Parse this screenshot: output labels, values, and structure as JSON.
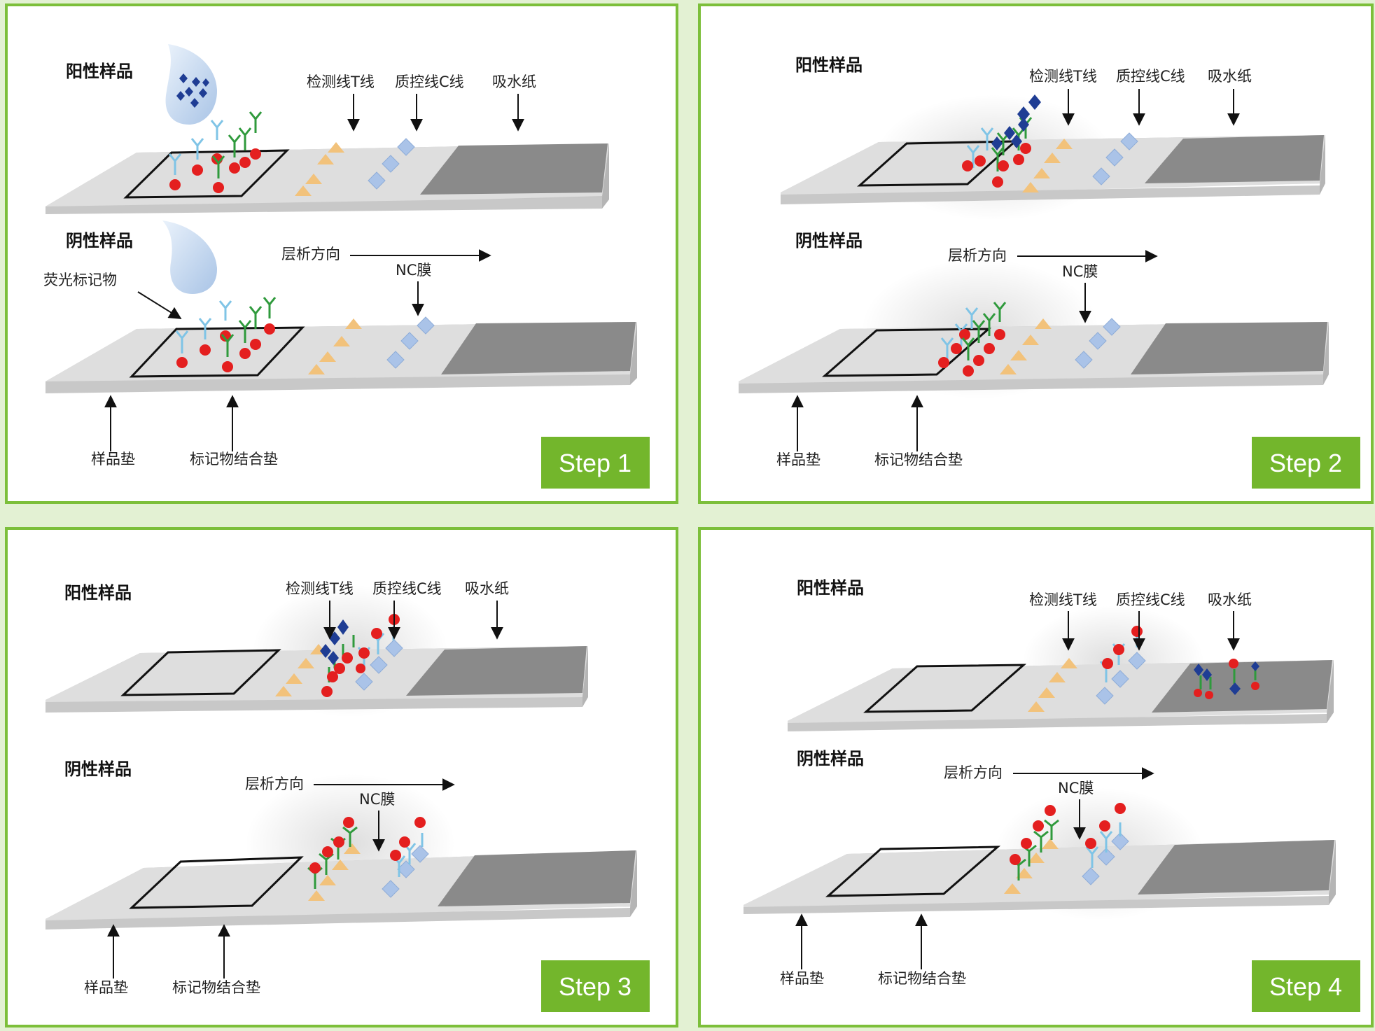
{
  "colors": {
    "border": "#7cbf3a",
    "step_bg": "#73b62c",
    "background": "#e3f1d3",
    "strip_top": "#dedede",
    "strip_front": "#c6c6c6",
    "absorbent_pad": "#8a8a8a",
    "fluorescent_dot": "#e41f1f",
    "antibody_green": "#2f9a3c",
    "antibody_blue": "#7fc4e6",
    "test_line_triangle": "#f2c27b",
    "control_line_diamond": "#aac3e8",
    "antigen_dark_blue": "#1f3d94"
  },
  "panels": [
    {
      "step_label": "Step 1",
      "positive_label": "阳性样品",
      "negative_label": "阴性样品",
      "test_line_label": "检测线T线",
      "control_line_label": "质控线C线",
      "absorbent_label": "吸水纸",
      "flow_label": "层析方向",
      "nc_label": "NC膜",
      "sample_pad_label": "样品垫",
      "conjugate_pad_label": "标记物结合垫",
      "fluorescent_label": "荧光标记物"
    },
    {
      "step_label": "Step 2",
      "positive_label": "阳性样品",
      "negative_label": "阴性样品",
      "test_line_label": "检测线T线",
      "control_line_label": "质控线C线",
      "absorbent_label": "吸水纸",
      "flow_label": "层析方向",
      "nc_label": "NC膜",
      "sample_pad_label": "样品垫",
      "conjugate_pad_label": "标记物结合垫"
    },
    {
      "step_label": "Step 3",
      "positive_label": "阳性样品",
      "negative_label": "阴性样品",
      "test_line_label": "检测线T线",
      "control_line_label": "质控线C线",
      "absorbent_label": "吸水纸",
      "flow_label": "层析方向",
      "nc_label": "NC膜",
      "sample_pad_label": "样品垫",
      "conjugate_pad_label": "标记物结合垫"
    },
    {
      "step_label": "Step 4",
      "positive_label": "阳性样品",
      "negative_label": "阴性样品",
      "test_line_label": "检测线T线",
      "control_line_label": "质控线C线",
      "absorbent_label": "吸水纸",
      "flow_label": "层析方向",
      "nc_label": "NC膜",
      "sample_pad_label": "样品垫",
      "conjugate_pad_label": "标记物结合垫"
    }
  ]
}
